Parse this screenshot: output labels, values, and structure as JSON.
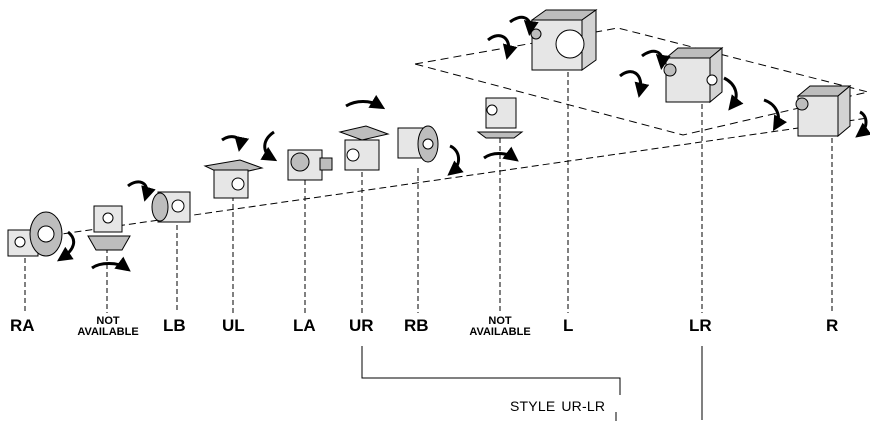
{
  "positions": [
    {
      "id": "RA",
      "label": "RA"
    },
    {
      "id": "NA1",
      "label_line1": "NOT",
      "label_line2": "AVAILABLE"
    },
    {
      "id": "LB",
      "label": "LB"
    },
    {
      "id": "UL",
      "label": "UL"
    },
    {
      "id": "LA",
      "label": "LA"
    },
    {
      "id": "UR",
      "label": "UR"
    },
    {
      "id": "RB",
      "label": "RB"
    },
    {
      "id": "NA2",
      "label_line1": "NOT",
      "label_line2": "AVAILABLE"
    },
    {
      "id": "L",
      "label": "L"
    },
    {
      "id": "LR",
      "label": "LR"
    },
    {
      "id": "R",
      "label": "R"
    }
  ],
  "style_callout": {
    "prefix": "STYLE",
    "value": "UR-LR"
  },
  "colors": {
    "line": "#000000",
    "housing": "#e6e6e6",
    "housing_dark": "#bdbdbd",
    "background": "#ffffff"
  },
  "icons": [
    "rotation-arrow-icon",
    "gear-reducer-icon"
  ]
}
